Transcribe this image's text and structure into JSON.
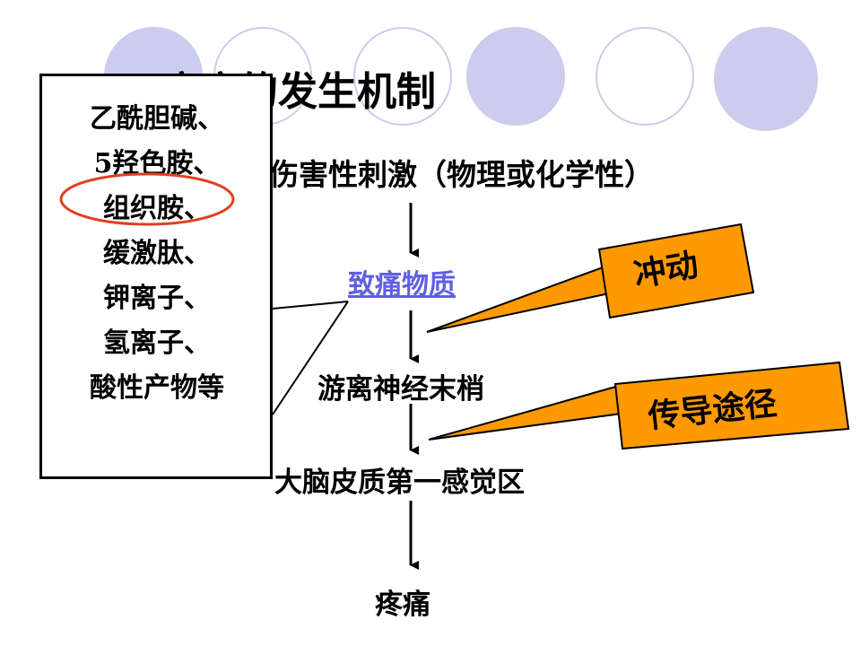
{
  "title": "疼痛的发生机制",
  "flow": {
    "stimulus": "伤害性刺激（物理或化学性）",
    "pain_substance": "致痛物质",
    "free_nerve": "游离神经末梢",
    "cortex": "大脑皮质第一感觉区",
    "pain": "疼痛"
  },
  "substances": [
    "乙酰胆碱、",
    "5羟色胺、",
    "组织胺、",
    "缓激肽、",
    "钾离子、",
    "氢离子、",
    "酸性产物等"
  ],
  "tags": {
    "impulse": "冲动",
    "pathway": "传导途径"
  },
  "colors": {
    "circle": "#ccccee",
    "tag_fill": "#ff9900",
    "link": "#5f5fe0",
    "highlight": "#e04020"
  }
}
